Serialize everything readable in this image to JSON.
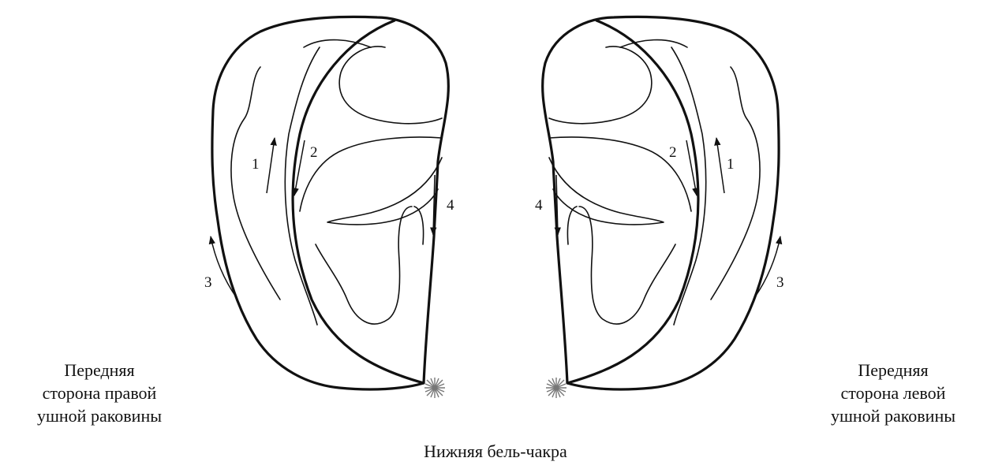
{
  "captions": {
    "right_ear": [
      "Передняя",
      "сторона правой",
      "ушной раковины"
    ],
    "left_ear": [
      "Передняя",
      "сторона левой",
      "ушной раковины"
    ],
    "bottom": "Нижняя бель-чакра"
  },
  "arrow_labels": [
    "1",
    "2",
    "3",
    "4"
  ],
  "colors": {
    "line": "#111111",
    "spark": "#777777",
    "background": "#ffffff"
  }
}
